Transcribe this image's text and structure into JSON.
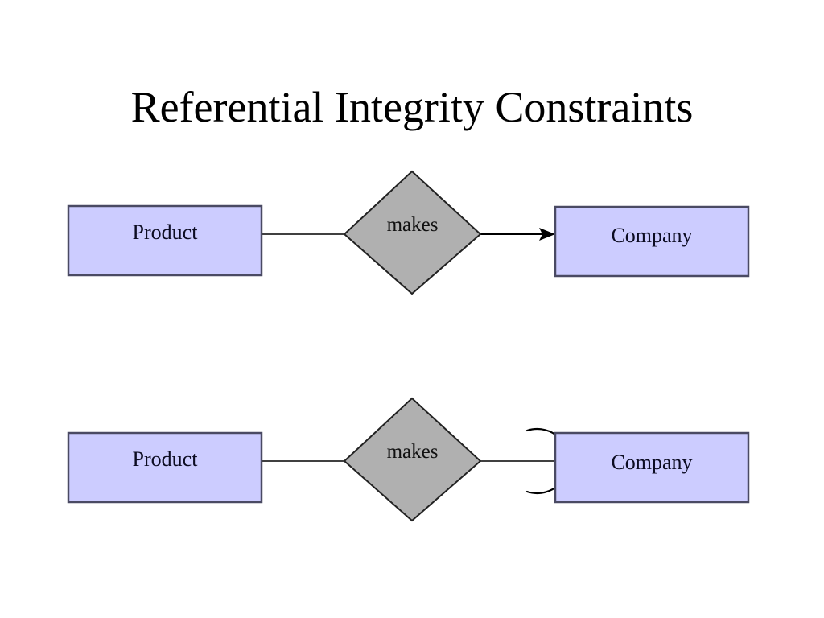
{
  "slide": {
    "title": "Referential Integrity Constraints",
    "background_color": "#ffffff",
    "title_color": "#000000"
  },
  "style": {
    "entity_fill": "#ccccff",
    "entity_stroke": "#4a4a63",
    "relationship_fill": "#b0b0b0",
    "relationship_stroke": "#222222",
    "connector_stroke": "#000000",
    "text_color": "#0c0c22"
  },
  "diagrams": [
    {
      "id": "diagram-1",
      "name": "arrow-constraint-diagram",
      "left_entity": {
        "label": "Product",
        "shape": "rectangle"
      },
      "relationship": {
        "label": "makes",
        "shape": "diamond"
      },
      "right_entity": {
        "label": "Company",
        "shape": "rectangle"
      },
      "left_connector": {
        "type": "plain-line"
      },
      "right_connector": {
        "type": "arrow",
        "marker": "solid-arrowhead",
        "semantic": "key-constraint"
      }
    },
    {
      "id": "diagram-2",
      "name": "round-arc-constraint-diagram",
      "left_entity": {
        "label": "Product",
        "shape": "rectangle"
      },
      "relationship": {
        "label": "makes",
        "shape": "diamond"
      },
      "right_entity": {
        "label": "Company",
        "shape": "rectangle"
      },
      "left_connector": {
        "type": "plain-line"
      },
      "right_connector": {
        "type": "arc",
        "marker": "round-arc",
        "semantic": "referential-integrity"
      }
    }
  ]
}
